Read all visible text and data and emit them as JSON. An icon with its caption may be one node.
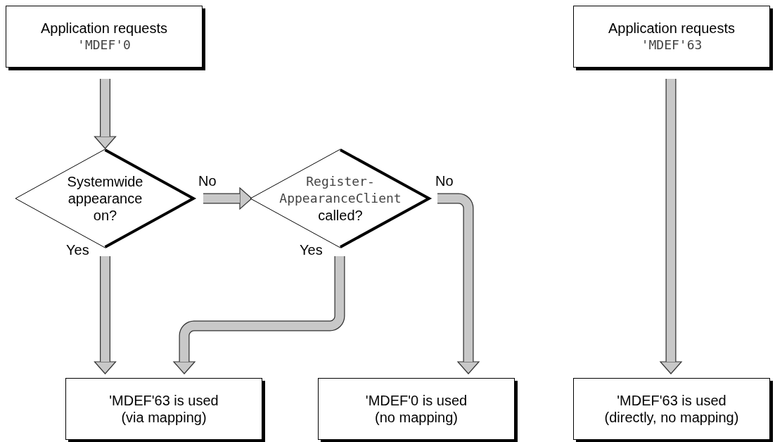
{
  "diagram": {
    "nodes": [
      {
        "text": [
          "Application requests",
          "'MDEF'0"
        ]
      },
      {
        "text": [
          "Systemwide appearance on?"
        ]
      },
      {
        "text": [
          "Register- AppearanceClient",
          "called?"
        ]
      },
      {
        "text": [
          "'MDEF'63 is used",
          "(via mapping)"
        ]
      },
      {
        "text": [
          "'MDEF'0 is used",
          "(no mapping)"
        ]
      },
      {
        "text": [
          "Application requests",
          "'MDEF'63"
        ]
      },
      {
        "text": [
          "'MDEF'63 is used",
          "(directly, no mapping)"
        ]
      }
    ],
    "edges": [
      {
        "from": 0,
        "to": 1,
        "arrow": "to"
      },
      {
        "from": 1,
        "to": 2,
        "arrow": "to",
        "label": "No"
      },
      {
        "from": 1,
        "to": 3,
        "arrow": "to",
        "label": "Yes"
      },
      {
        "from": 2,
        "to": 4,
        "arrow": "to",
        "label": "No"
      },
      {
        "from": 2,
        "to": 3,
        "arrow": "to",
        "label": "Yes"
      },
      {
        "from": 5,
        "to": 6,
        "arrow": "to"
      }
    ]
  }
}
